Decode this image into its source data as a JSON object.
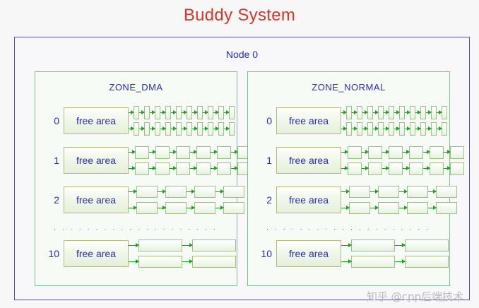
{
  "title": "Buddy System",
  "node": {
    "label": "Node 0"
  },
  "zones": [
    {
      "name": "zone-dma",
      "label": "ZONE_DMA",
      "rows": [
        {
          "order": "0",
          "free_area_label": "free area",
          "block_count": 10,
          "lines": 2
        },
        {
          "order": "1",
          "free_area_label": "free area",
          "block_count": 6,
          "lines": 2
        },
        {
          "order": "2",
          "free_area_label": "free area",
          "block_count": 4,
          "lines": 2
        },
        {
          "order": "10",
          "free_area_label": "free area",
          "block_count": 2,
          "lines": 2
        }
      ],
      "ellipsis": "· · · · · · · · · · · · · · · · · · · · · · · · · · · · · ·"
    },
    {
      "name": "zone-normal",
      "label": "ZONE_NORMAL",
      "rows": [
        {
          "order": "0",
          "free_area_label": "free area",
          "block_count": 10,
          "lines": 2
        },
        {
          "order": "1",
          "free_area_label": "free area",
          "block_count": 6,
          "lines": 2
        },
        {
          "order": "2",
          "free_area_label": "free area",
          "block_count": 4,
          "lines": 2
        },
        {
          "order": "10",
          "free_area_label": "free area",
          "block_count": 2,
          "lines": 2
        }
      ],
      "ellipsis": "· · · · · · · · · · · · · · · · · · · · · · · · · · · · · ·"
    }
  ],
  "watermark": "知乎 @cpp后端技术",
  "colors": {
    "title": "#d8342c",
    "node_border": "#55559b",
    "zone_border": "#7cbf8a",
    "text_blue": "#2b2bb5",
    "arrow_green": "#19a519",
    "free_area_border": "#b5b97a",
    "block_border": "#9bbf84",
    "background": "#f7f7f7"
  }
}
